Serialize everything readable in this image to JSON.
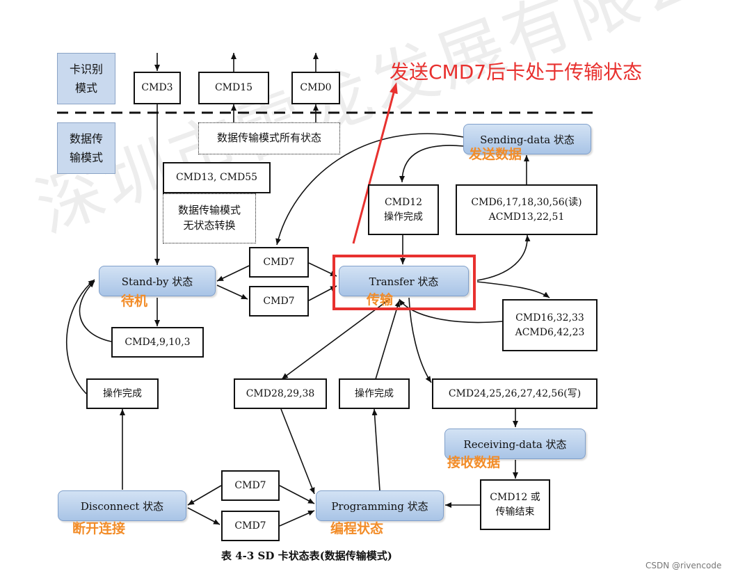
{
  "headline": "发送CMD7后卡处于传输状态",
  "side_labels": {
    "card_id_mode": "卡识别\n模式",
    "data_transfer_mode": "数据传\n输模式"
  },
  "commands": {
    "cmd3": "CMD3",
    "cmd15": "CMD15",
    "cmd0": "CMD0",
    "all_states_note": "数据传输模式所有状态",
    "cmd13_55": "CMD13, CMD55",
    "no_transition_note": "数据传输模式\n无状态转换",
    "cmd12_done": "CMD12\n操作完成",
    "read_cmds": "CMD6,17,18,30,56(读)\nACMD13,22,51",
    "cmd7_a": "CMD7",
    "cmd7_b": "CMD7",
    "cmd16_group": "CMD16,32,33\nACMD6,42,23",
    "cmd4_group": "CMD4,9,10,3",
    "op_done_left": "操作完成",
    "cmd28_group": "CMD28,29,38",
    "op_done_mid": "操作完成",
    "write_cmds": "CMD24,25,26,27,42,56(写)",
    "cmd12_or_end": "CMD12 或\n传输结束",
    "cmd7_c": "CMD7",
    "cmd7_d": "CMD7"
  },
  "states": {
    "sending": "Sending-data 状态",
    "transfer": "Transfer 状态",
    "standby": "Stand-by 状态",
    "receiving": "Receiving-data 状态",
    "disconnect": "Disconnect 状态",
    "programming": "Programming 状态"
  },
  "annotations": {
    "sending": "发送数据",
    "transfer": "传输",
    "standby": "待机",
    "receiving": "接收数据",
    "disconnect": "断开连接",
    "programming": "编程状态"
  },
  "caption": "表 4-3 SD 卡状态表(数据传输模式)",
  "watermark": "深圳市雷龙发展有限公司",
  "credit": "CSDN @rivencode",
  "colors": {
    "state_fill": "#a9c4e6",
    "highlight": "#e8312f",
    "annotation": "#f28c28"
  }
}
